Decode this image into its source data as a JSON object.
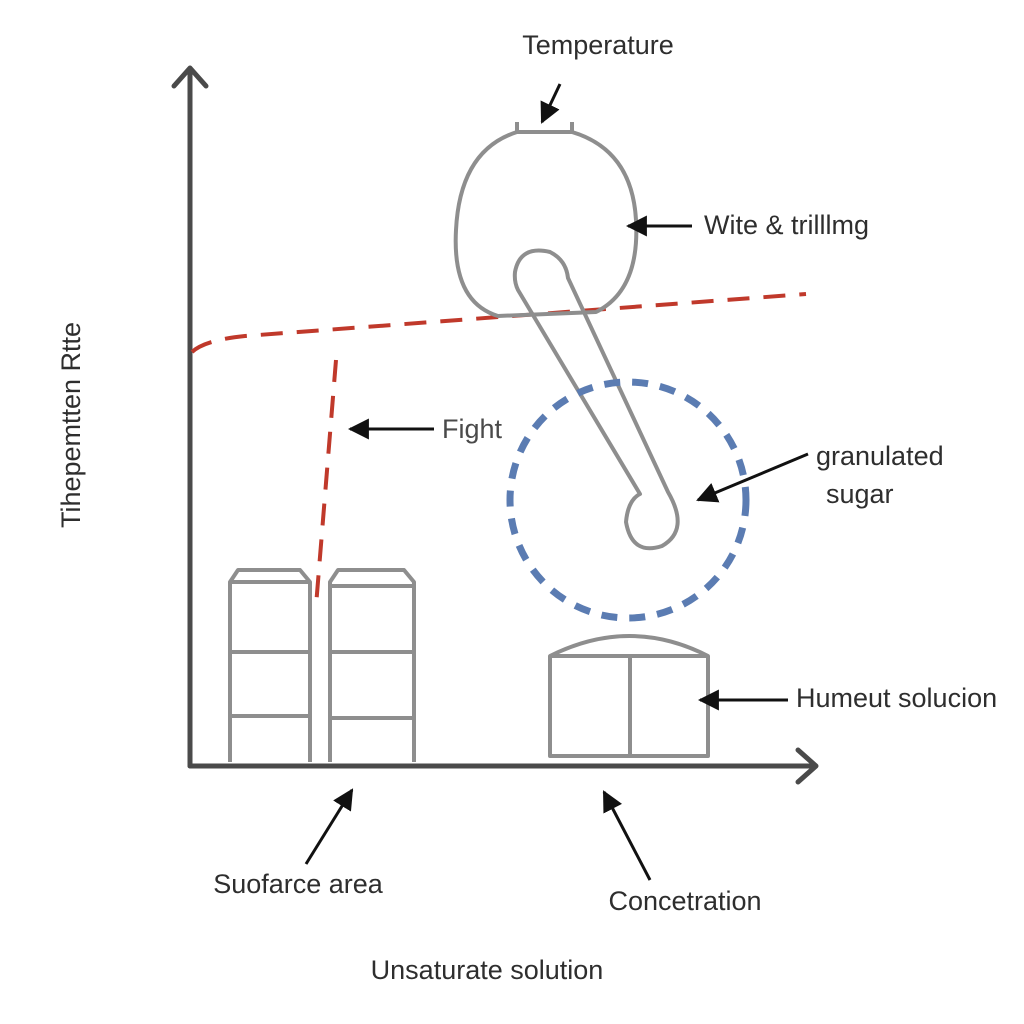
{
  "labels": {
    "top_temperature": "Temperature",
    "right_container": "Wite & trilllmg",
    "middle_fight": "Fight",
    "sugar_line1": "granulated",
    "sugar_line2": "sugar",
    "right_solution": "Humeut solucion",
    "bottom_surface": "Suofarce area",
    "bottom_concentration": "Concetration",
    "bottom_caption": "Unsaturate solution",
    "y_axis": "Tihepemtten Rtte"
  },
  "colors": {
    "red_dash": "#c0392b",
    "blue_dash": "#5b7cb2",
    "sketch": "#8e8e8e",
    "axis": "#4a4a4a"
  }
}
